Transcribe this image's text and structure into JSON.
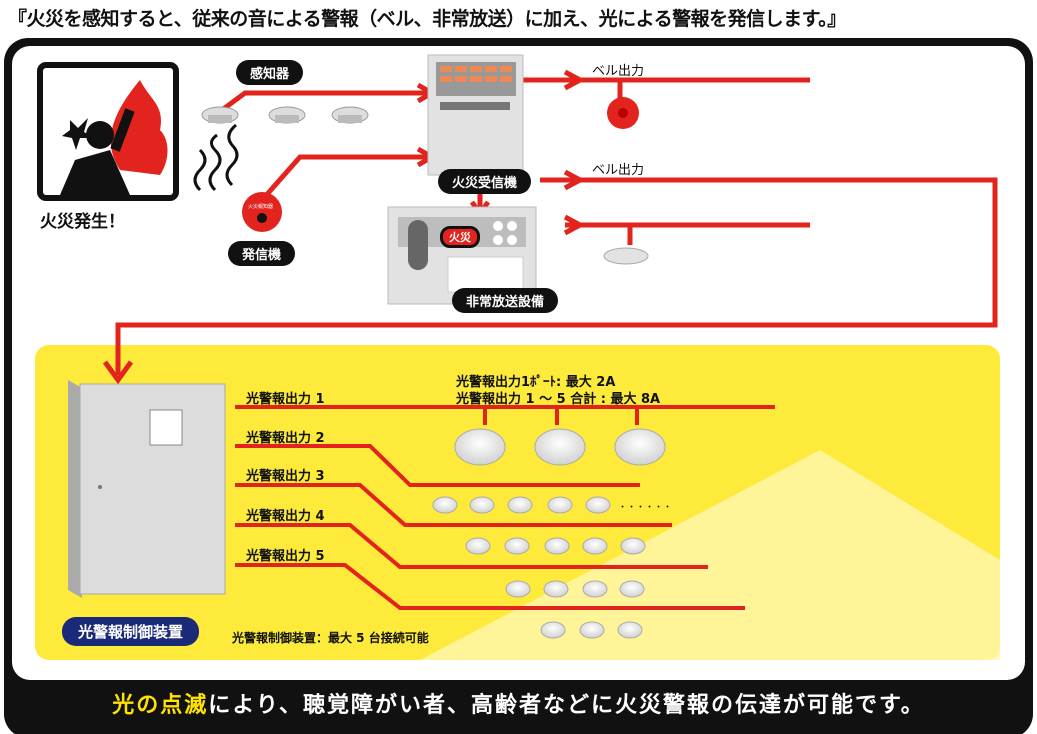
{
  "title": "『火災を感知すると、従来の音による警報（ベル、非常放送）に加え、光による警報を発信します。』",
  "fire": {
    "label": "火災発生！"
  },
  "detectors": {
    "label": "感知器"
  },
  "manual_alarm": {
    "label": "発信機",
    "button_text": "火災報知器"
  },
  "receiver": {
    "label": "火災受信機"
  },
  "bell_outputs": [
    "ベル出力",
    "ベル出力"
  ],
  "pa": {
    "label": "非常放送設備",
    "indicator": "火災"
  },
  "controller": {
    "label": "光警報制御装置",
    "note": "光警報制御装置：最大 5 台接続可能"
  },
  "outputs": [
    "光警報出力 1",
    "光警報出力 2",
    "光警報出力 3",
    "光警報出力 4",
    "光警報出力 5"
  ],
  "spec": {
    "line1": "光警報出力1ﾎﾟｰﾄ: 最大 2A",
    "line2": "光警報出力 1 ～ 5 合計 : 最大 8A"
  },
  "ellipsis": "・・・・・・",
  "footer": {
    "highlight": "光の点滅",
    "rest": "により、聴覚障がい者、高齢者などに火災警報の伝達が可能です。"
  },
  "colors": {
    "red": "#e3231d",
    "yellow": "#fdea3a",
    "black": "#111111"
  }
}
